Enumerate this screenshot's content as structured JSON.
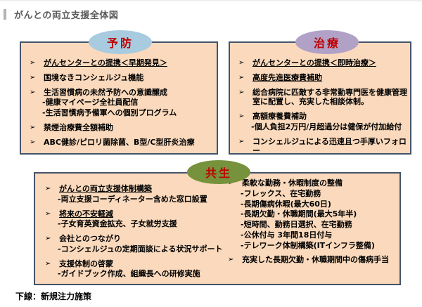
{
  "page": {
    "title": "がんとの両立支援全体図",
    "footnote": "下線：新規注力施策"
  },
  "glyphs": {
    "bullet": "➢"
  },
  "colors": {
    "box_fill": "#FAD9BC",
    "box_border": "#44546A",
    "prevention_oval": "#A8CBDF",
    "treatment_oval": "#B2A1C7",
    "coexistence_oval": "#76923C",
    "oval_text": "#C00000",
    "title_text": "#595959"
  },
  "sections": {
    "prevention": {
      "label": "予防",
      "items": [
        {
          "text": "がんセンターとの提携＜早期発見＞",
          "underline": true,
          "subs": []
        },
        {
          "text": "国境なきコンシェルジュ機能",
          "underline": false,
          "subs": []
        },
        {
          "text": "生活習慣病の未然予防への意識醸成",
          "underline": false,
          "subs": [
            "-健康マイページ全社員配信",
            "-生活習慣病予備軍への個別プログラム"
          ]
        },
        {
          "text": "禁煙治療費全額補助",
          "underline": false,
          "subs": []
        },
        {
          "text": "ABC健診/ピロリ菌除菌、B型/C型肝炎治療",
          "underline": false,
          "subs": []
        }
      ]
    },
    "treatment": {
      "label": "治療",
      "items": [
        {
          "text": "がんセンターとの提携＜即時治療＞",
          "underline": true,
          "subs": []
        },
        {
          "text": "高度先進医療費補助",
          "underline": true,
          "subs": []
        },
        {
          "text": "総合病院に匹敵する非常勤専門医を健康管理室に配置し、充実した相談体制。",
          "underline": false,
          "subs": []
        },
        {
          "text": "高額療養費補助",
          "underline": false,
          "subs": [
            "-個人負担2万円/月超過分は健保が付加給付"
          ]
        },
        {
          "text": "コンシェルジュによる迅速且つ手厚いフォロー",
          "underline": false,
          "subs": []
        }
      ]
    },
    "coexistence": {
      "label": "共生",
      "left_items": [
        {
          "text": "がんとの両立支援体制構築",
          "underline": true,
          "subs": [
            "-両立支援コーディネーター含めた窓口設置"
          ]
        },
        {
          "text": "将来の不安軽減",
          "underline": true,
          "subs": [
            "-子女育英資金拡充、子女就労支援"
          ]
        },
        {
          "text": "会社とのつながり",
          "underline": false,
          "subs": [
            "-コンシェルジュの定期面談による状況サポート"
          ]
        },
        {
          "text": "支援体制の啓蒙",
          "underline": false,
          "subs": [
            "-ガイドブック作成、組織長への研修実施"
          ]
        }
      ],
      "right_items": [
        {
          "text": "柔軟な勤務・休暇制度の整備",
          "underline": false,
          "subs": [
            "-フレックス、在宅勤務",
            "-長期傷病休暇(最大60日)",
            "-長期欠勤・休職期間(最大5年半)",
            "-短時間、勤務日選択、在宅勤務",
            "-公休付与 3年間18日付与",
            "-テレワーク体制構築(ITインフラ整備)"
          ]
        },
        {
          "text": "充実した長期欠勤・休職期間中の傷病手当",
          "underline": false,
          "subs": []
        }
      ]
    }
  }
}
